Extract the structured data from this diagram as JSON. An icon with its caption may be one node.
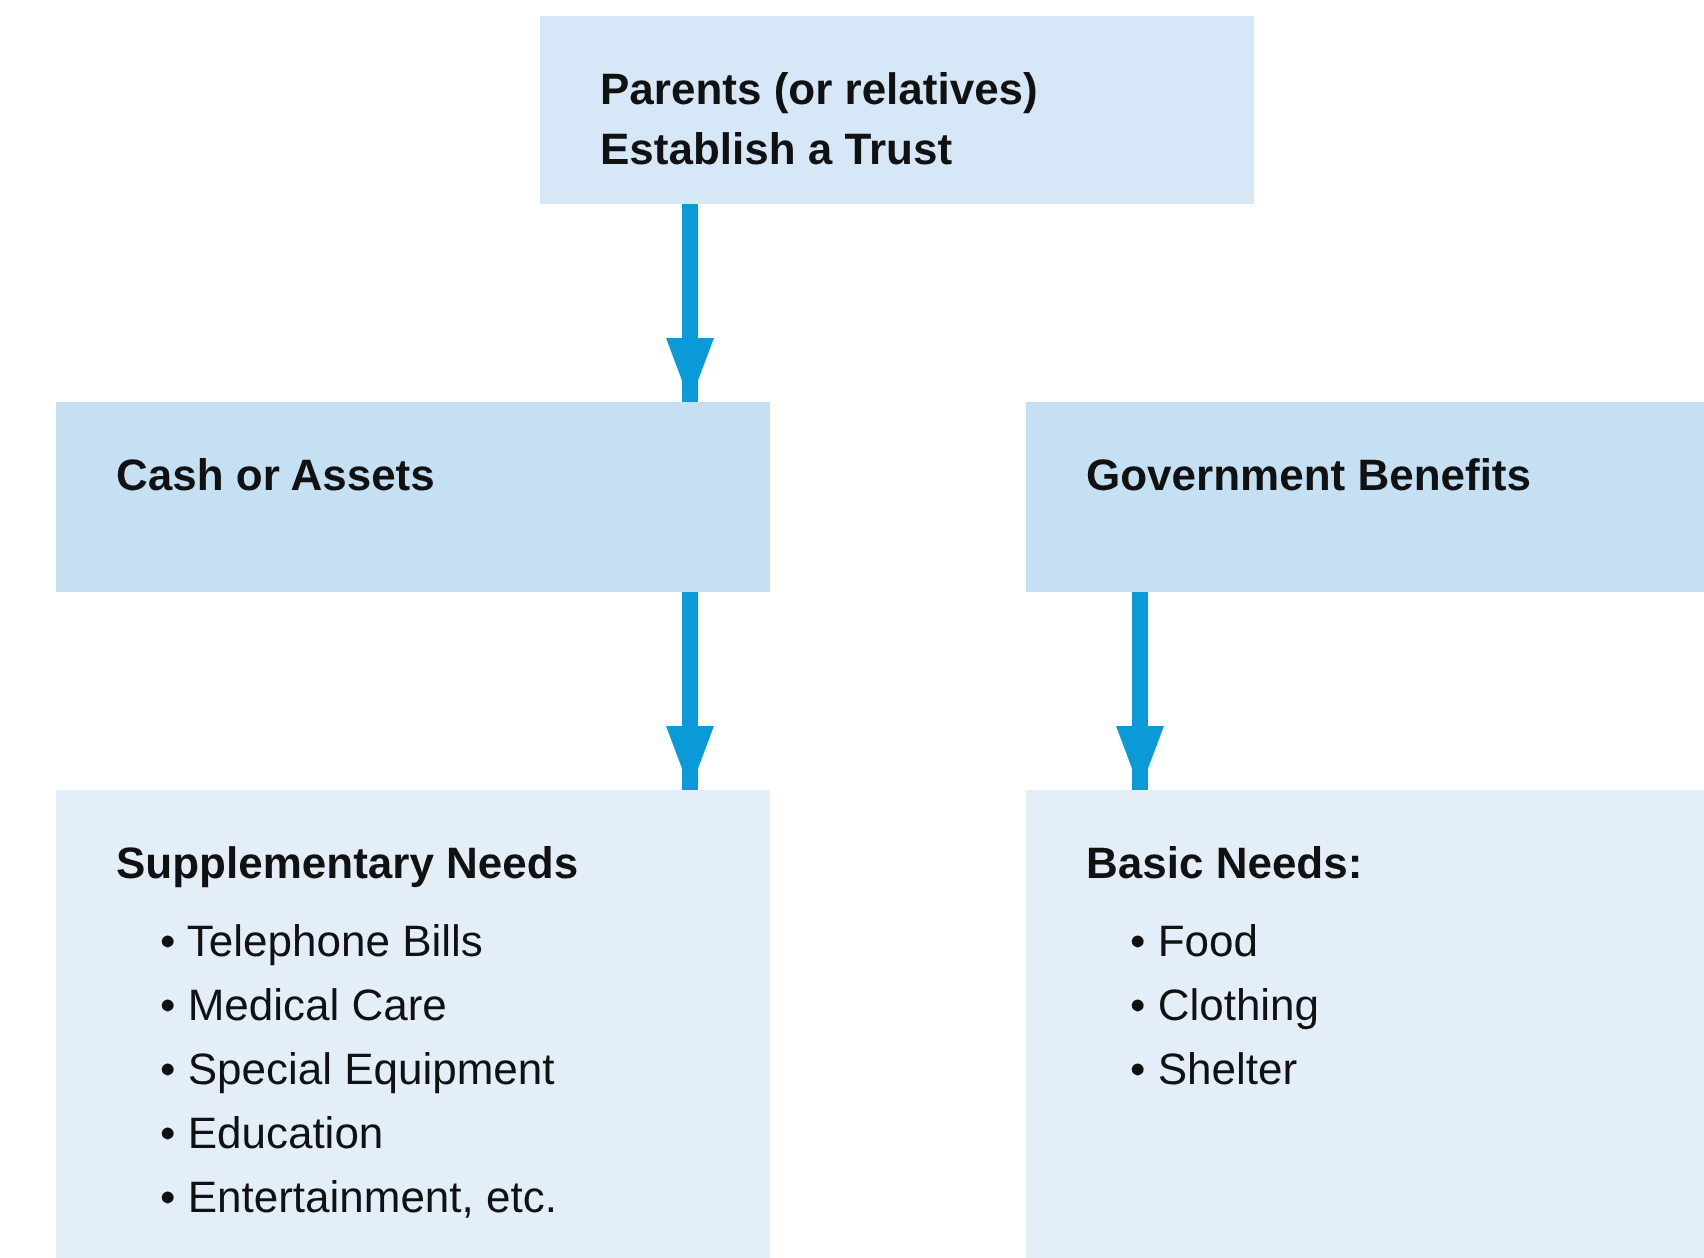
{
  "diagram": {
    "nodes": [
      {
        "text": [
          "Parents (or relatives) Establish a Trust"
        ]
      },
      {
        "text": [
          "Cash or Assets"
        ]
      },
      {
        "text": [
          "Government Benefits"
        ]
      },
      {
        "text": [
          "Supplementary Needs",
          "• Telephone Bills",
          "• Medical Care",
          "• Special Equipment",
          "• Education",
          "• Entertainment, etc."
        ]
      },
      {
        "text": [
          "Basic Needs:",
          "• Food",
          "• Clothing",
          "• Shelter"
        ]
      }
    ],
    "edges": [
      {
        "from": 0,
        "to": 1,
        "arrow": "to"
      },
      {
        "from": 1,
        "to": 3,
        "arrow": "to"
      },
      {
        "from": 2,
        "to": 4,
        "arrow": "to"
      }
    ]
  }
}
